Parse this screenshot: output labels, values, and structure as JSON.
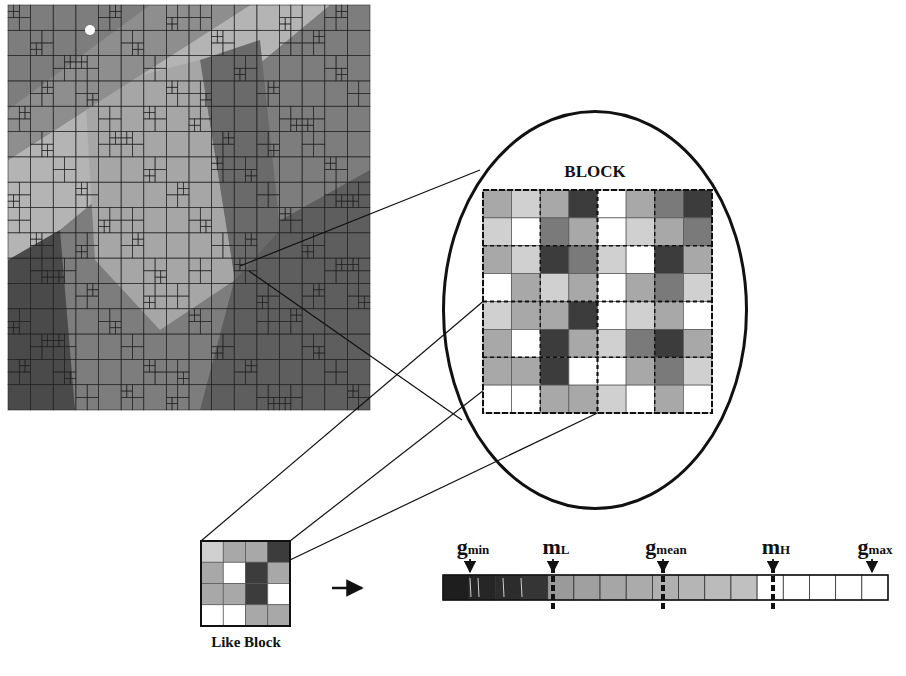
{
  "diagram": {
    "nodes": [
      {
        "text": [
          "BLOCK"
        ]
      },
      {
        "text": [
          "Like Block"
        ]
      }
    ],
    "edges": [
      {
        "from": 0,
        "to": 1,
        "arrow": "none"
      }
    ],
    "labels": [
      "gmin",
      "mL",
      "gmean",
      "mH",
      "gmax"
    ]
  }
}
